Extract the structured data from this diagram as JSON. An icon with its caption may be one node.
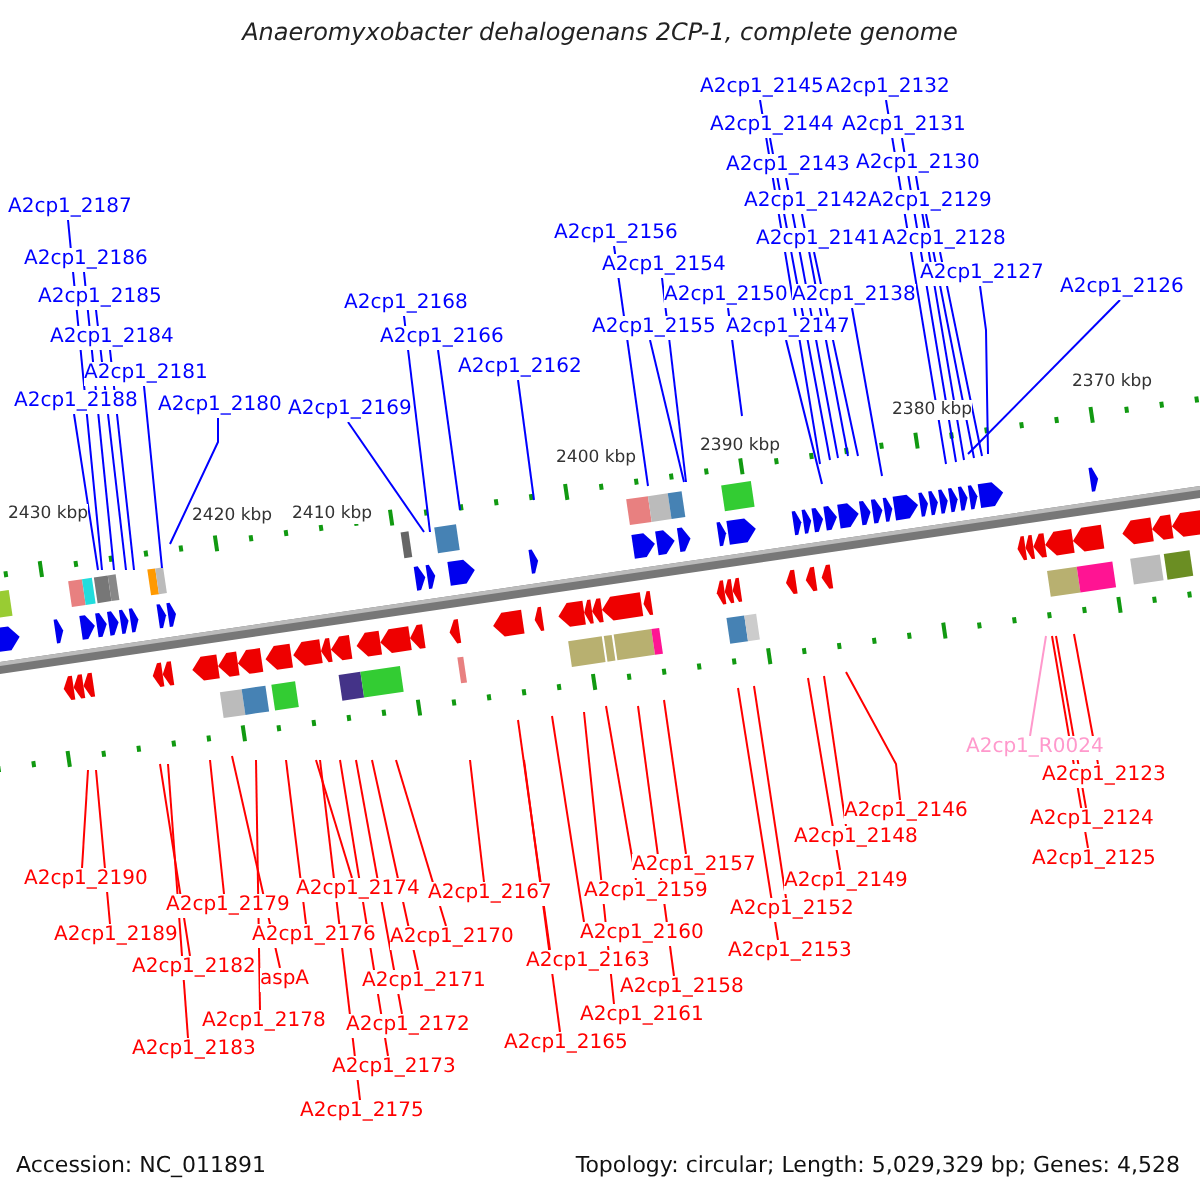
{
  "diagram": {
    "title": "Anaeromyxobacter dehalogenans 2CP-1, complete genome",
    "nodes": [
      {
        "text": [
          "A2cp1_2145"
        ]
      },
      {
        "text": [
          "A2cp1_2132"
        ]
      },
      {
        "text": [
          "A2cp1_2144"
        ]
      },
      {
        "text": [
          "A2cp1_2131"
        ]
      },
      {
        "text": [
          "A2cp1_2143"
        ]
      },
      {
        "text": [
          "A2cp1_2130"
        ]
      },
      {
        "text": [
          "A2cp1_2142"
        ]
      },
      {
        "text": [
          "A2cp1_2129"
        ]
      },
      {
        "text": [
          "A2cp1_2187"
        ]
      },
      {
        "text": [
          "A2cp1_2156"
        ]
      },
      {
        "text": [
          "A2cp1_2141"
        ]
      },
      {
        "text": [
          "A2cp1_2128"
        ]
      },
      {
        "text": [
          "A2cp1_2186"
        ]
      },
      {
        "text": [
          "A2cp1_2154"
        ]
      },
      {
        "text": [
          "A2cp1_2127"
        ]
      },
      {
        "text": [
          "A2cp1_2126"
        ]
      },
      {
        "text": [
          "A2cp1_2185"
        ]
      },
      {
        "text": [
          "A2cp1_2150"
        ]
      },
      {
        "text": [
          "A2cp1_2138"
        ]
      },
      {
        "text": [
          "A2cp1_2168"
        ]
      },
      {
        "text": [
          "A2cp1_2155"
        ]
      },
      {
        "text": [
          "A2cp1_2147"
        ]
      },
      {
        "text": [
          "A2cp1_2184"
        ]
      },
      {
        "text": [
          "A2cp1_2166"
        ]
      },
      {
        "text": [
          "A2cp1_2162"
        ]
      },
      {
        "text": [
          "A2cp1_2181"
        ]
      },
      {
        "text": [
          "A2cp1_2188"
        ]
      },
      {
        "text": [
          "A2cp1_2180"
        ]
      },
      {
        "text": [
          "A2cp1_2169"
        ]
      },
      {
        "text": [
          "A2cp1_R0024"
        ]
      },
      {
        "text": [
          "A2cp1_2123"
        ]
      },
      {
        "text": [
          "A2cp1_2146"
        ]
      },
      {
        "text": [
          "A2cp1_2124"
        ]
      },
      {
        "text": [
          "A2cp1_2148"
        ]
      },
      {
        "text": [
          "A2cp1_2125"
        ]
      },
      {
        "text": [
          "A2cp1_2190"
        ]
      },
      {
        "text": [
          "A2cp1_2149"
        ]
      },
      {
        "text": [
          "A2cp1_2167"
        ]
      },
      {
        "text": [
          "A2cp1_2174"
        ]
      },
      {
        "text": [
          "A2cp1_2157"
        ]
      },
      {
        "text": [
          "A2cp1_2179"
        ]
      },
      {
        "text": [
          "A2cp1_2159"
        ]
      },
      {
        "text": [
          "A2cp1_2152"
        ]
      },
      {
        "text": [
          "A2cp1_2189"
        ]
      },
      {
        "text": [
          "A2cp1_2176"
        ]
      },
      {
        "text": [
          "A2cp1_2170"
        ]
      },
      {
        "text": [
          "A2cp1_2160"
        ]
      },
      {
        "text": [
          "A2cp1_2153"
        ]
      },
      {
        "text": [
          "A2cp1_2163"
        ]
      },
      {
        "text": [
          "A2cp1_2182"
        ]
      },
      {
        "text": [
          "aspA"
        ]
      },
      {
        "text": [
          "A2cp1_2171"
        ]
      },
      {
        "text": [
          "A2cp1_2158"
        ]
      },
      {
        "text": [
          "A2cp1_2178"
        ]
      },
      {
        "text": [
          "A2cp1_2161"
        ]
      },
      {
        "text": [
          "A2cp1_2172"
        ]
      },
      {
        "text": [
          "A2cp1_2165"
        ]
      },
      {
        "text": [
          "A2cp1_2183"
        ]
      },
      {
        "text": [
          "A2cp1_2173"
        ]
      },
      {
        "text": [
          "A2cp1_2175"
        ]
      }
    ],
    "edges": [
      {
        "from": 0,
        "to": null,
        "arrow": "none",
        "color": "#0000ff"
      },
      {
        "from": 1,
        "to": null,
        "arrow": "none",
        "color": "#0000ff"
      },
      {
        "from": 2,
        "to": null,
        "arrow": "none",
        "color": "#0000ff"
      },
      {
        "from": 3,
        "to": null,
        "arrow": "none",
        "color": "#0000ff"
      },
      {
        "from": 4,
        "to": null,
        "arrow": "none",
        "color": "#0000ff"
      },
      {
        "from": 5,
        "to": null,
        "arrow": "none",
        "color": "#0000ff"
      },
      {
        "from": 6,
        "to": null,
        "arrow": "none",
        "color": "#0000ff"
      },
      {
        "from": 7,
        "to": null,
        "arrow": "none",
        "color": "#0000ff"
      },
      {
        "from": 8,
        "to": null,
        "arrow": "none",
        "color": "#0000ff"
      },
      {
        "from": 9,
        "to": null,
        "arrow": "none",
        "color": "#0000ff"
      },
      {
        "from": 10,
        "to": null,
        "arrow": "none",
        "color": "#0000ff"
      },
      {
        "from": 11,
        "to": null,
        "arrow": "none",
        "color": "#0000ff"
      },
      {
        "from": 12,
        "to": null,
        "arrow": "none",
        "color": "#0000ff"
      },
      {
        "from": 13,
        "to": null,
        "arrow": "none",
        "color": "#0000ff"
      },
      {
        "from": 14,
        "to": null,
        "arrow": "none",
        "color": "#0000ff"
      },
      {
        "from": 15,
        "to": null,
        "arrow": "none",
        "color": "#0000ff"
      },
      {
        "from": 16,
        "to": null,
        "arrow": "none",
        "color": "#0000ff"
      },
      {
        "from": 17,
        "to": null,
        "arrow": "none",
        "color": "#0000ff"
      },
      {
        "from": 18,
        "to": null,
        "arrow": "none",
        "color": "#0000ff"
      },
      {
        "from": 19,
        "to": null,
        "arrow": "none",
        "color": "#0000ff"
      },
      {
        "from": 20,
        "to": null,
        "arrow": "none",
        "color": "#0000ff"
      },
      {
        "from": 21,
        "to": null,
        "arrow": "none",
        "color": "#0000ff"
      },
      {
        "from": 22,
        "to": null,
        "arrow": "none",
        "color": "#0000ff"
      },
      {
        "from": 23,
        "to": null,
        "arrow": "none",
        "color": "#0000ff"
      },
      {
        "from": 24,
        "to": null,
        "arrow": "none",
        "color": "#0000ff"
      },
      {
        "from": 25,
        "to": null,
        "arrow": "none",
        "color": "#0000ff"
      },
      {
        "from": 26,
        "to": null,
        "arrow": "none",
        "color": "#0000ff"
      },
      {
        "from": 27,
        "to": null,
        "arrow": "none",
        "color": "#0000ff"
      },
      {
        "from": 28,
        "to": null,
        "arrow": "none",
        "color": "#0000ff"
      },
      {
        "from": 29,
        "to": null,
        "arrow": "none",
        "color": "#ff99cc"
      },
      {
        "from": 30,
        "to": null,
        "arrow": "none"
      },
      {
        "from": 31,
        "to": null,
        "arrow": "none"
      },
      {
        "from": 32,
        "to": null,
        "arrow": "none"
      },
      {
        "from": 33,
        "to": null,
        "arrow": "none"
      },
      {
        "from": 34,
        "to": null,
        "arrow": "none"
      },
      {
        "from": 35,
        "to": null,
        "arrow": "none"
      },
      {
        "from": 36,
        "to": null,
        "arrow": "none"
      },
      {
        "from": 37,
        "to": null,
        "arrow": "none"
      },
      {
        "from": 38,
        "to": null,
        "arrow": "none"
      },
      {
        "from": 39,
        "to": null,
        "arrow": "none"
      },
      {
        "from": 40,
        "to": null,
        "arrow": "none"
      },
      {
        "from": 41,
        "to": null,
        "arrow": "none"
      },
      {
        "from": 42,
        "to": null,
        "arrow": "none"
      },
      {
        "from": 43,
        "to": null,
        "arrow": "none"
      },
      {
        "from": 44,
        "to": null,
        "arrow": "none"
      },
      {
        "from": 45,
        "to": null,
        "arrow": "none"
      },
      {
        "from": 46,
        "to": null,
        "arrow": "none"
      },
      {
        "from": 47,
        "to": null,
        "arrow": "none"
      },
      {
        "from": 48,
        "to": null,
        "arrow": "none"
      },
      {
        "from": 49,
        "to": null,
        "arrow": "none"
      },
      {
        "from": 50,
        "to": null,
        "arrow": "none"
      },
      {
        "from": 51,
        "to": null,
        "arrow": "none"
      },
      {
        "from": 52,
        "to": null,
        "arrow": "none"
      },
      {
        "from": 53,
        "to": null,
        "arrow": "none"
      },
      {
        "from": 54,
        "to": null,
        "arrow": "none"
      },
      {
        "from": 55,
        "to": null,
        "arrow": "none"
      },
      {
        "from": 56,
        "to": null,
        "arrow": "none"
      },
      {
        "from": 57,
        "to": null,
        "arrow": "none"
      },
      {
        "from": 58,
        "to": null,
        "arrow": "none"
      },
      {
        "from": 59,
        "to": null,
        "arrow": "none"
      }
    ],
    "labels": [
      "2430 kbp",
      "2420 kbp",
      "2410 kbp",
      "2400 kbp",
      "2390 kbp",
      "2380 kbp",
      "2370 kbp",
      "Accession: NC_011891",
      "Topology: circular; Length: 5,029,329 bp; Genes: 4,528"
    ]
  }
}
